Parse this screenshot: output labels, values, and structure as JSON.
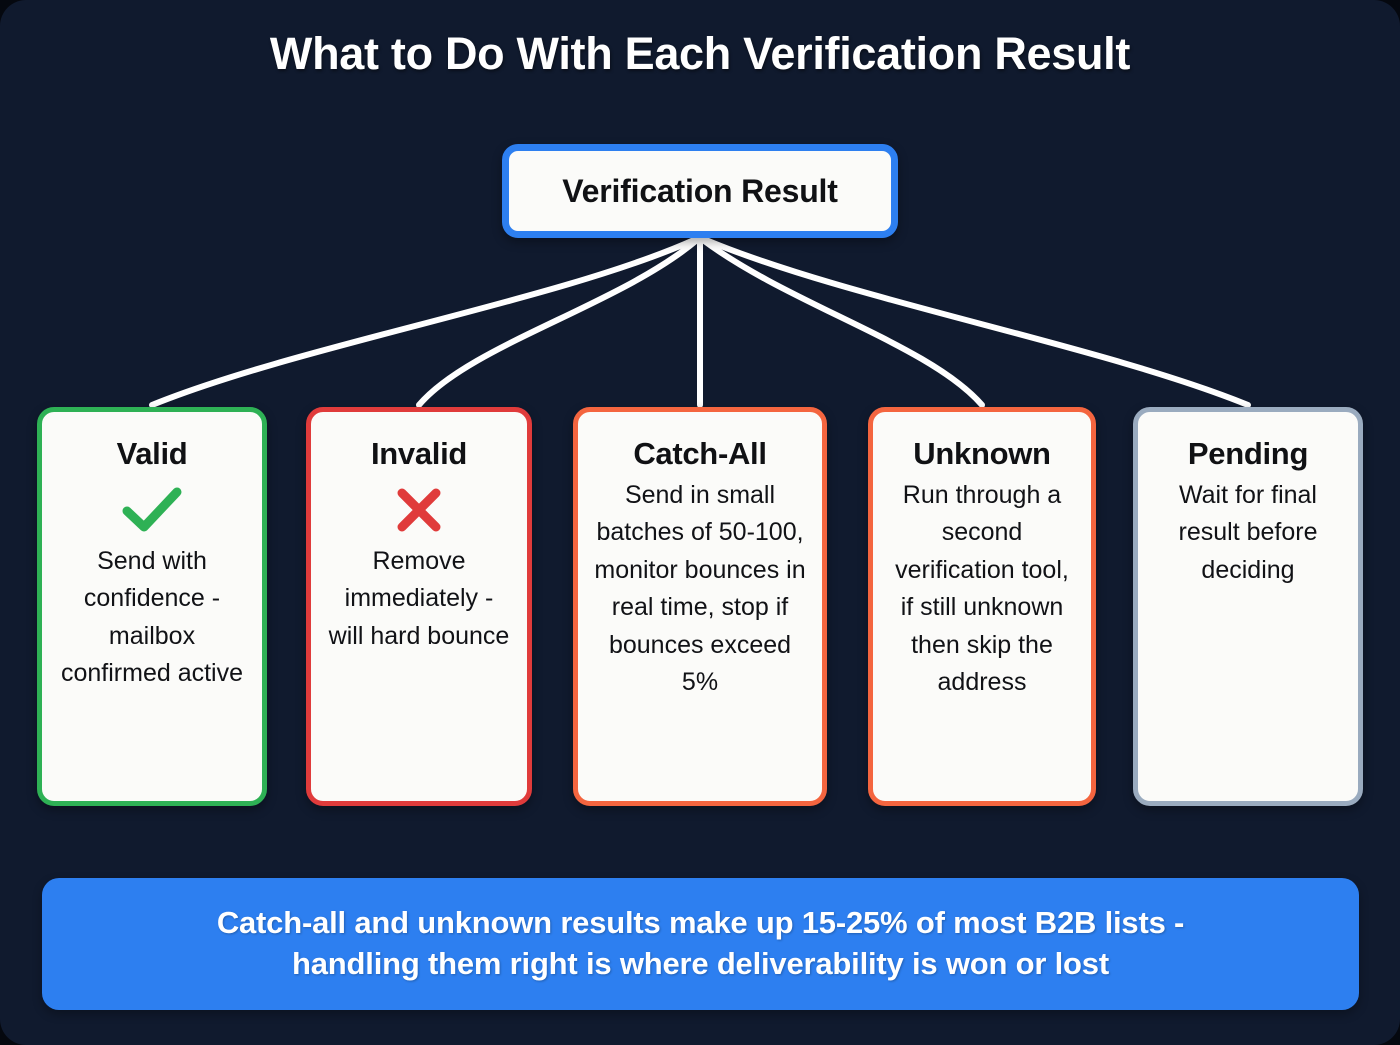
{
  "title": "What to Do With Each Verification Result",
  "root": {
    "label": "Verification Result",
    "border_color": "#2d7ff0"
  },
  "background_color": "#101a2e",
  "connector_color": "#ffffff",
  "cards": [
    {
      "id": "valid",
      "title": "Valid",
      "icon": "check-icon",
      "icon_color": "#2eb155",
      "border_color": "#2eb155",
      "body": "Send with confidence - mailbox confirmed active"
    },
    {
      "id": "invalid",
      "title": "Invalid",
      "icon": "cross-icon",
      "icon_color": "#e03b3b",
      "border_color": "#e03b3b",
      "body": "Remove immediately - will hard bounce"
    },
    {
      "id": "catchall",
      "title": "Catch-All",
      "icon": "",
      "icon_color": "",
      "border_color": "#f4653f",
      "body": "Send in small batches of 50-100, monitor bounces in real time, stop if bounces exceed 5%"
    },
    {
      "id": "unknown",
      "title": "Unknown",
      "icon": "",
      "icon_color": "",
      "border_color": "#f4653f",
      "body": "Run through a second verification tool, if still unknown then skip the address"
    },
    {
      "id": "pending",
      "title": "Pending",
      "icon": "",
      "icon_color": "",
      "border_color": "#9aabbf",
      "body": "Wait for final result before deciding"
    }
  ],
  "footer": {
    "line1": "Catch-all and unknown results make up 15-25% of most B2B lists -",
    "line2": "handling them right is where deliverability is won or lost",
    "background_color": "#2d7ff0"
  }
}
